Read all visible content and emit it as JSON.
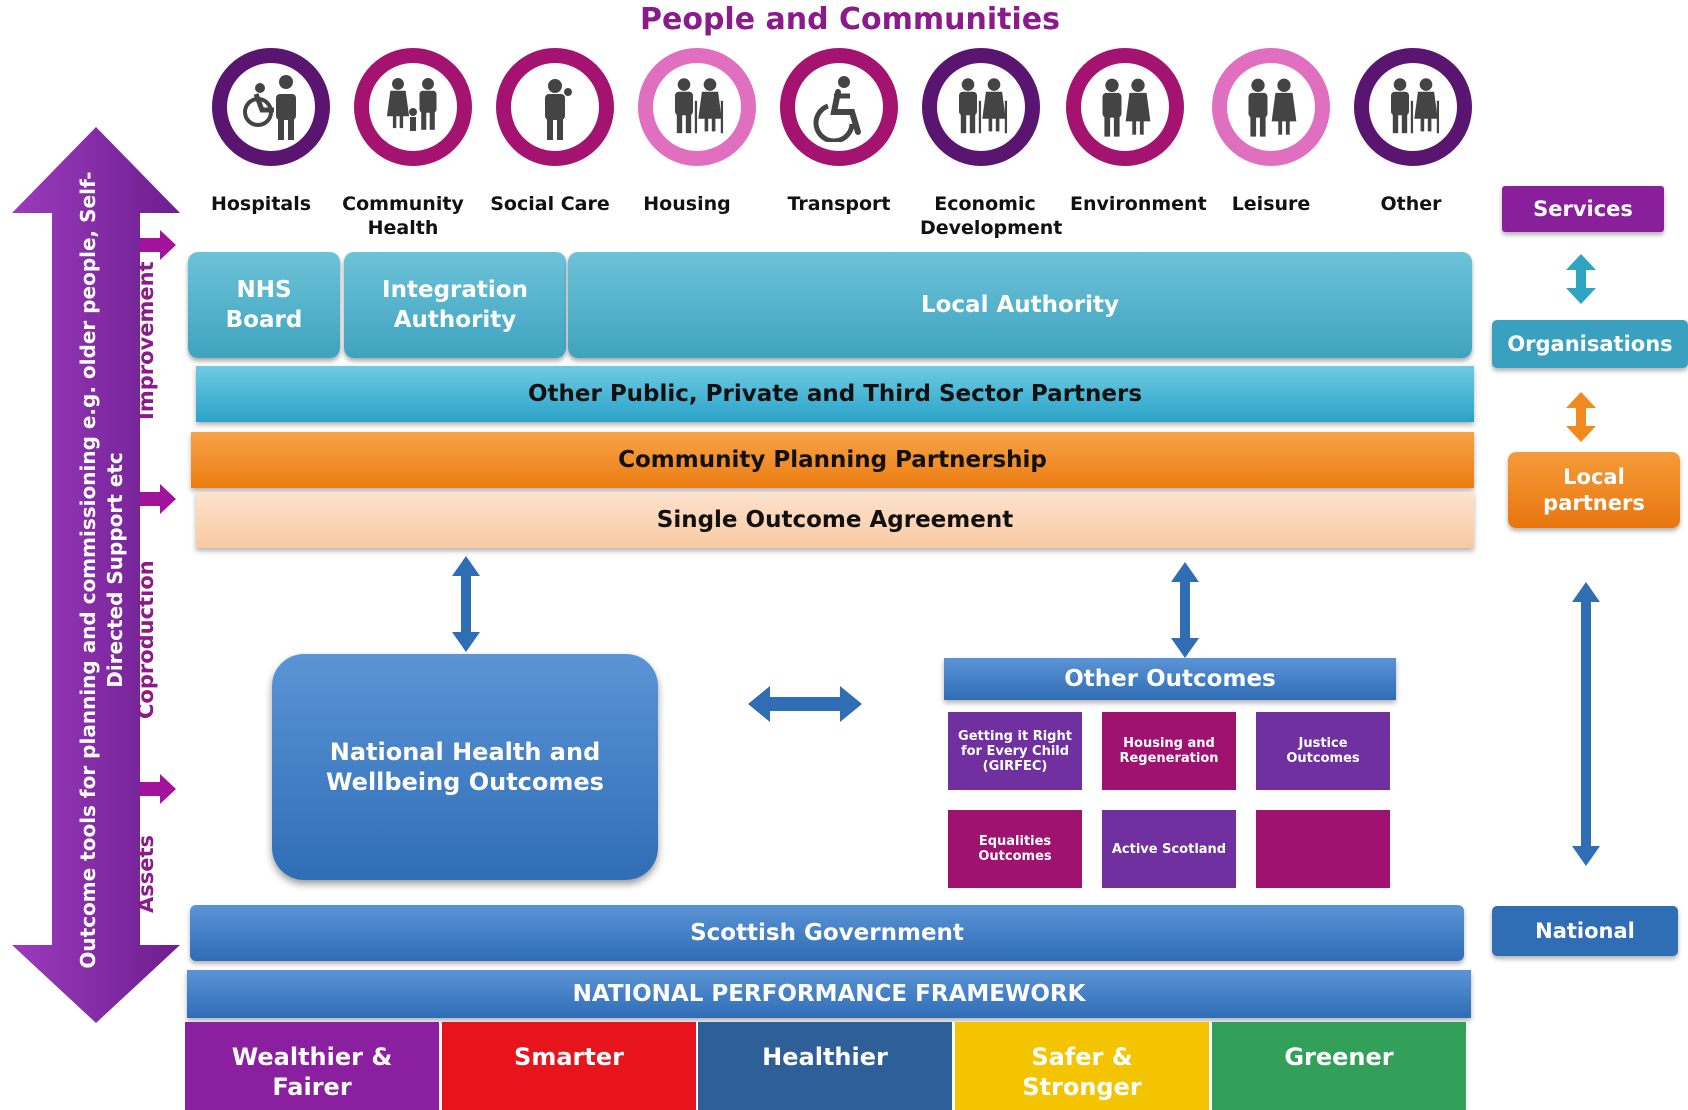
{
  "title": "People and Communities",
  "services": [
    {
      "label": "Hospitals",
      "icon": "wheelchair-helper-icon",
      "ring": "#5a1570"
    },
    {
      "label": "Community Health",
      "icon": "family-icon",
      "ring": "#a3136f"
    },
    {
      "label": "Social Care",
      "icon": "parent-child-icon",
      "ring": "#a3136f"
    },
    {
      "label": "Housing",
      "icon": "elderly-couple-icon",
      "ring": "#e06fc0"
    },
    {
      "label": "Transport",
      "icon": "accessible-icon",
      "ring": "#a3136f"
    },
    {
      "label": "Economic Development",
      "icon": "elderly-couple-icon",
      "ring": "#5a1570"
    },
    {
      "label": "Environment",
      "icon": "couple-icon",
      "ring": "#a3136f"
    },
    {
      "label": "Leisure",
      "icon": "couple-icon",
      "ring": "#e06fc0"
    },
    {
      "label": "Other",
      "icon": "elderly-couple-icon",
      "ring": "#5a1570"
    }
  ],
  "organisations": {
    "nhs": "NHS Board",
    "integration": "Integration Authority",
    "local_authority": "Local Authority"
  },
  "partners_bar": "Other Public, Private and Third Sector Partners",
  "cpp_bar": "Community Planning Partnership",
  "soa_bar": "Single Outcome Agreement",
  "national_outcomes": "National Health and Wellbeing Outcomes",
  "other_outcomes": {
    "title": "Other Outcomes",
    "items": [
      {
        "label": "Getting it Right for Every Child (GIRFEC)",
        "color": "#7030a0"
      },
      {
        "label": "Housing and Regeneration",
        "color": "#a0126f"
      },
      {
        "label": "Justice Outcomes",
        "color": "#7030a0"
      },
      {
        "label": "Equalities Outcomes",
        "color": "#a0126f"
      },
      {
        "label": "Active Scotland",
        "color": "#7030a0"
      },
      {
        "label": "",
        "color": "#a0126f"
      }
    ]
  },
  "scottish_government": "Scottish Government",
  "npf": "NATIONAL PERFORMANCE FRAMEWORK",
  "pillars": [
    {
      "label": "Wealthier & Fairer",
      "color": "#8a1fa0"
    },
    {
      "label": "Smarter",
      "color": "#e8141b"
    },
    {
      "label": "Healthier",
      "color": "#2e5f99"
    },
    {
      "label": "Safer & Stronger",
      "color": "#f5c400"
    },
    {
      "label": "Greener",
      "color": "#33a05a"
    }
  ],
  "side_labels": {
    "services": "Services",
    "organisations": "Organisations",
    "local_partners": "Local partners",
    "national": "National"
  },
  "left_arrow_text": "Outcome tools for planning and commissioning e.g. older people, Self- Directed Support etc",
  "left_labels": {
    "improvement": "Improvement",
    "coproduction": "Coproduction",
    "assets": "Assets"
  },
  "colors": {
    "purple": "#8b1a8b",
    "teal": "#4aaec8",
    "orange": "#f08a1c",
    "peach": "#fbd5b5",
    "blue": "#3a78c4"
  }
}
